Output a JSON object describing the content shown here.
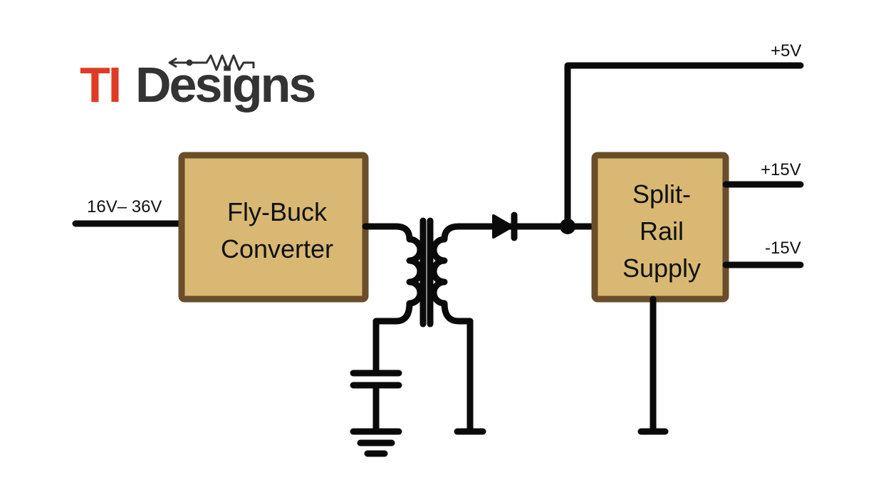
{
  "logo": {
    "part1": "TI",
    "part2": "Designs",
    "part1_color": "#e03a24",
    "part2_color": "#333333"
  },
  "blocks": {
    "flybuck": {
      "line1": "Fly-Buck",
      "line2": "Converter"
    },
    "splitrail": {
      "line1": "Split-",
      "line2": "Rail",
      "line3": "Supply"
    }
  },
  "labels": {
    "input": "16V– 36V",
    "out5": "+5V",
    "out15": "+15V",
    "outm15": "-15V"
  },
  "colors": {
    "block_fill": "#d8b873",
    "block_border": "#6a4e2a",
    "wire": "#0a0a0a"
  },
  "icons": [
    "resistor-icon",
    "transformer-icon",
    "diode-icon",
    "capacitor-icon",
    "ground-icon"
  ]
}
